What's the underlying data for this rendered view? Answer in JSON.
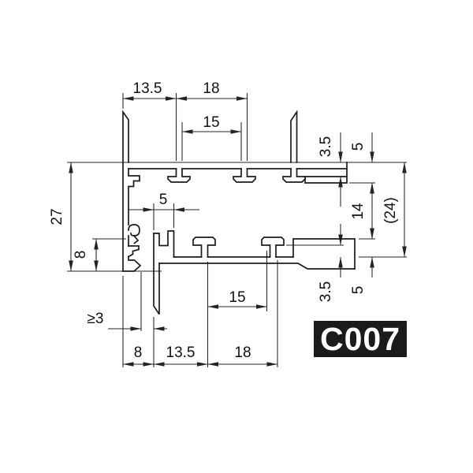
{
  "drawing": {
    "part_number": "C007",
    "dims": {
      "top_seg_left": "13.5",
      "top_seg_right": "18",
      "top_slot": "15",
      "overall_height_left": "27",
      "left_lower_offset": "8",
      "mid_channel_width": "5",
      "right_top_slot_depth": "3.5",
      "right_top_flange": "5",
      "right_mid_gap": "14",
      "right_overall_ref": "(24)",
      "right_bottom_slot_depth": "3.5",
      "right_bottom_flange": "5",
      "min_clearance": "≥3",
      "bottom_slot": "15",
      "bottom_seg_left": "8",
      "bottom_seg_mid": "13.5",
      "bottom_seg_right": "18"
    }
  }
}
